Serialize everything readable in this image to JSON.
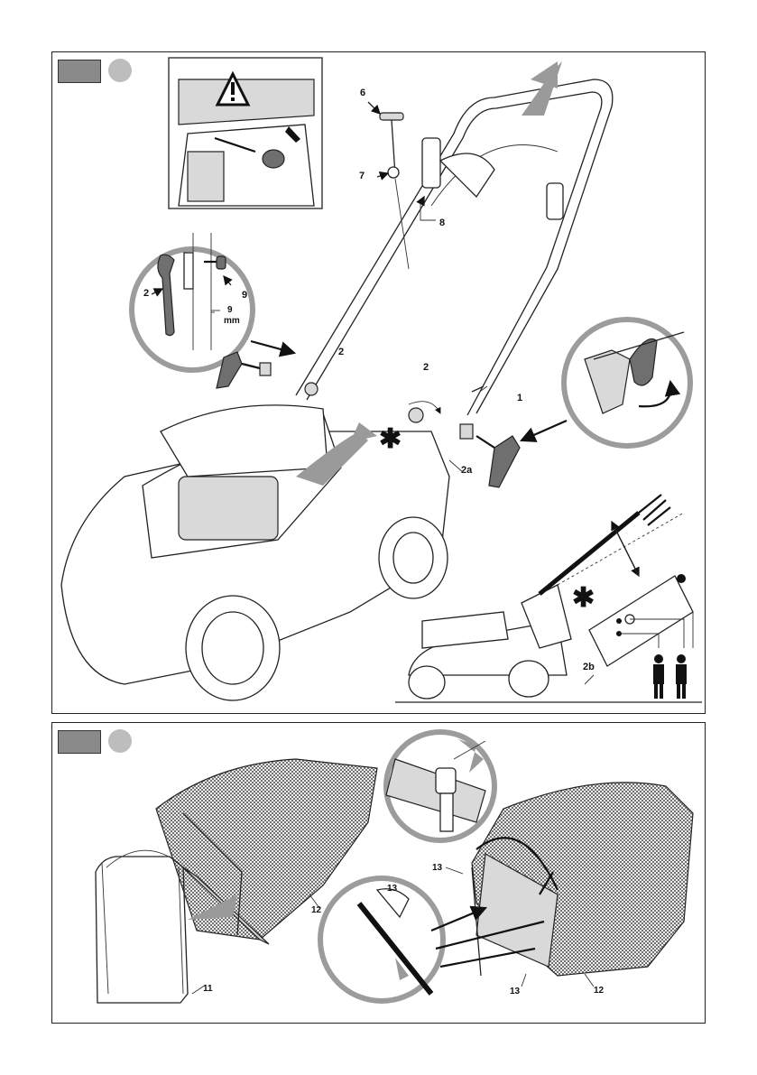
{
  "panel1": {
    "labels": {
      "part_1": "1",
      "part_2_left_detail": "2",
      "part_2_handle_left": "2",
      "part_2_handle_right": "2",
      "part_2a": "2a",
      "part_2b": "2b",
      "part_6": "6",
      "part_7": "7",
      "part_8": "8",
      "part_9": "9",
      "measure_value": "9",
      "measure_unit": "mm",
      "asterisk": "✱"
    },
    "icons": [
      "warning-triangle-icon",
      "asterisk-icon",
      "person-icon",
      "rotation-arrow-icon"
    ]
  },
  "panel2": {
    "labels": {
      "part_11": "11",
      "part_12_left": "12",
      "part_12_right": "12",
      "part_13_top": "13",
      "part_13_detail": "13",
      "part_13_bottom": "13"
    }
  },
  "colors": {
    "tab_fill": "#8a8a8a",
    "dot_fill": "#bdbdbd",
    "arrow_grey": "#9a9a9a",
    "callout_ring": "#9c9c9c"
  }
}
